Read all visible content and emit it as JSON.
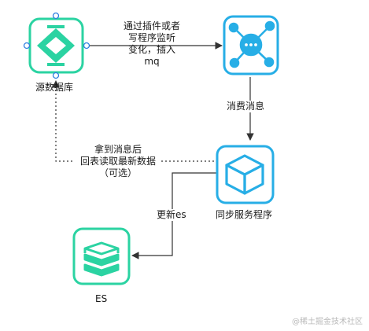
{
  "nodes": {
    "source_db": {
      "label": "源数据库"
    },
    "mq": {
      "label": ""
    },
    "sync_service": {
      "label": "同步服务程序"
    },
    "es": {
      "label": "ES"
    }
  },
  "edges": {
    "db_to_mq": {
      "label": "通过插件或者\n写程序监听\n变化，插入\nmq"
    },
    "mq_to_service": {
      "label": "消费消息"
    },
    "service_to_db": {
      "label": "拿到消息后\n回表读取最新数据\n（可选）"
    },
    "service_to_es": {
      "label": "更新es"
    }
  },
  "colors": {
    "green": "#2bd3a2",
    "blue": "#27aee6",
    "line": "#333333",
    "handle": "#2f7fe0"
  },
  "watermark": "@稀土掘金技术社区"
}
